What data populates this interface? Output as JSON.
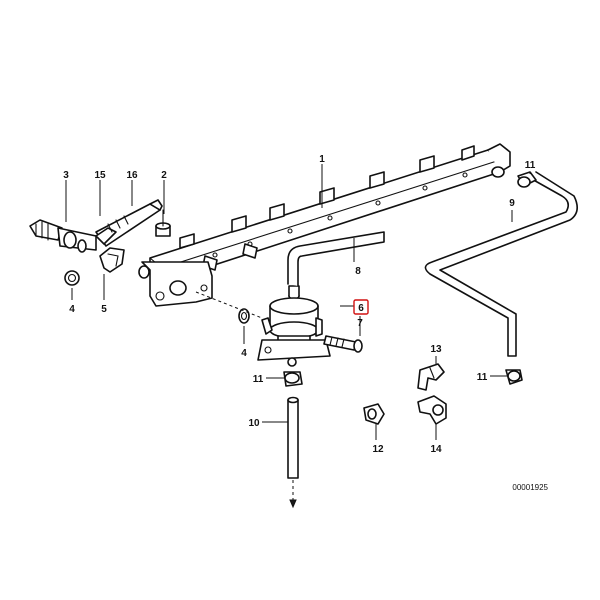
{
  "diagram": {
    "reference_number": "00001925",
    "highlighted_callout": "6",
    "highlight_color": "#d01010",
    "callouts": {
      "c1": "1",
      "c2": "2",
      "c3": "3",
      "c4a": "4",
      "c4b": "4",
      "c5": "5",
      "c6": "6",
      "c7": "7",
      "c8": "8",
      "c9": "9",
      "c10": "10",
      "c11a": "11",
      "c11b": "11",
      "c11c": "11",
      "c12": "12",
      "c13": "13",
      "c14": "14",
      "c15": "15",
      "c16": "16"
    }
  }
}
